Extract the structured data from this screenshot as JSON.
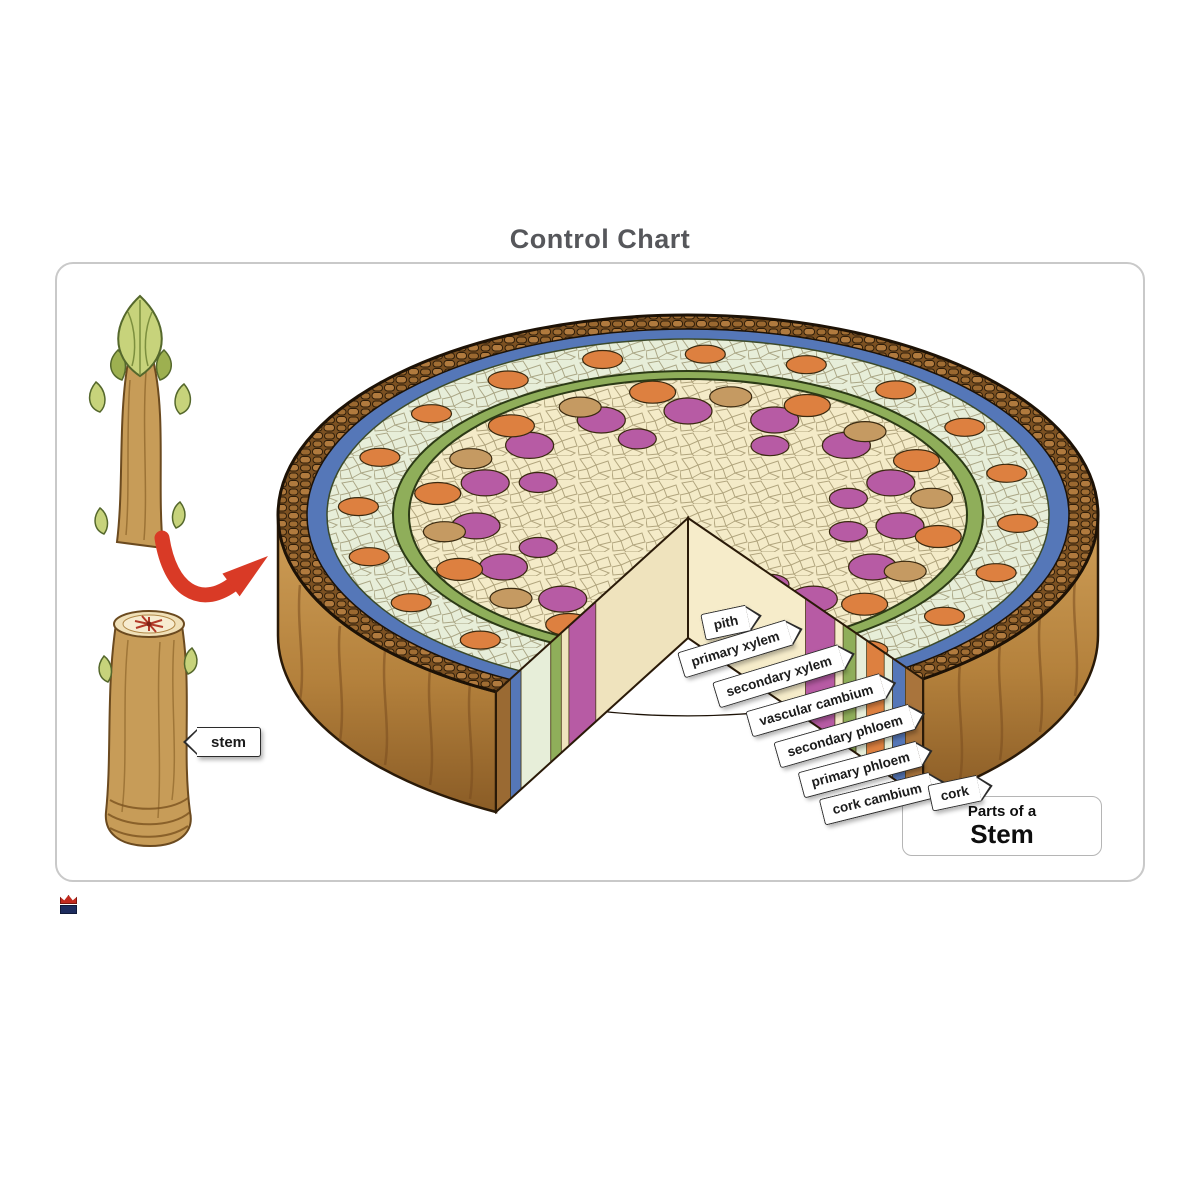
{
  "title": "Control Chart",
  "stem_tag": "stem",
  "legend": {
    "line1": "Parts of a",
    "line2": "Stem"
  },
  "layers": [
    {
      "id": "pith",
      "label": "pith",
      "color": "#f4ebc8"
    },
    {
      "id": "primary_xylem",
      "label": "primary xylem",
      "color": "#b75ba4"
    },
    {
      "id": "secondary_xylem",
      "label": "secondary xylem",
      "color": "#c59a62"
    },
    {
      "id": "vascular_cambium",
      "label": "vascular cambium",
      "color": "#8fae5a"
    },
    {
      "id": "secondary_phloem",
      "label": "secondary phloem",
      "color": "#e7eed9"
    },
    {
      "id": "primary_phloem",
      "label": "primary phloem",
      "color": "#dd8040"
    },
    {
      "id": "cork_cambium",
      "label": "cork cambium",
      "color": "#5577b8"
    },
    {
      "id": "cork",
      "label": "cork",
      "color": "#9a6a33"
    }
  ]
}
